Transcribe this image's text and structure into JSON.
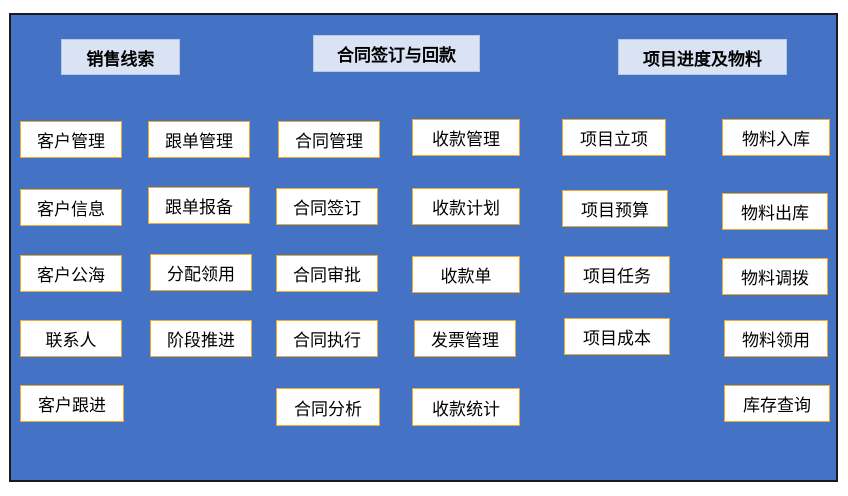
{
  "colors": {
    "background": "#4472c4",
    "header_fill": "#dae3f3",
    "box_border": "#f0a92a"
  },
  "headers": {
    "sales": "销售线索",
    "contract": "合同签订与回款",
    "project": "项目进度及物料"
  },
  "columns": {
    "customer": [
      "客户管理",
      "客户信息",
      "客户公海",
      "联系人",
      "客户跟进"
    ],
    "followup": [
      "跟单管理",
      "跟单报备",
      "分配领用",
      "阶段推进"
    ],
    "contract": [
      "合同管理",
      "合同签订",
      "合同审批",
      "合同执行",
      "合同分析"
    ],
    "payment": [
      "收款管理",
      "收款计划",
      "收款单",
      "发票管理",
      "收款统计"
    ],
    "project": [
      "项目立项",
      "项目预算",
      "项目任务",
      "项目成本"
    ],
    "material": [
      "物料入库",
      "物料出库",
      "物料调拨",
      "物料领用",
      "库存查询"
    ]
  }
}
